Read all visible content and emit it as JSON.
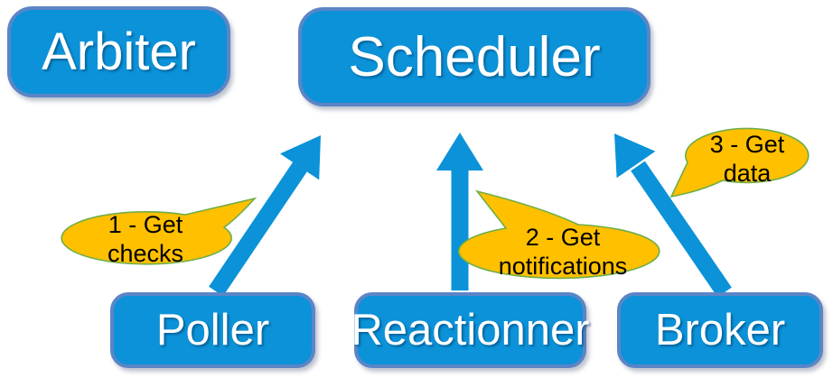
{
  "nodes": {
    "arbiter": {
      "label": "Arbiter"
    },
    "scheduler": {
      "label": "Scheduler"
    },
    "poller": {
      "label": "Poller"
    },
    "reactionner": {
      "label": "Reactionner"
    },
    "broker": {
      "label": "Broker"
    }
  },
  "callouts": {
    "c1": {
      "line1": "1 - Get",
      "line2": "checks",
      "full_text": "1 - Get checks"
    },
    "c2": {
      "line1": "2 - Get",
      "line2": "notifications",
      "full_text": "2 - Get notifications"
    },
    "c3": {
      "line1": "3 - Get",
      "line2": "data",
      "full_text": "3 - Get data"
    }
  },
  "edges": [
    {
      "from": "Poller",
      "to": "Scheduler",
      "callout": "1 - Get checks"
    },
    {
      "from": "Reactionner",
      "to": "Scheduler",
      "callout": "2 - Get notifications"
    },
    {
      "from": "Broker",
      "to": "Scheduler",
      "callout": "3 - Get data"
    }
  ],
  "colors": {
    "node_fill": "#0b92d8",
    "node_border": "#5b85c7",
    "node_text": "#ffffff",
    "arrow": "#0b92d8",
    "callout_fill": "#ffc000",
    "callout_border": "#70ad47",
    "callout_text": "#000000",
    "background": "#ffffff"
  }
}
